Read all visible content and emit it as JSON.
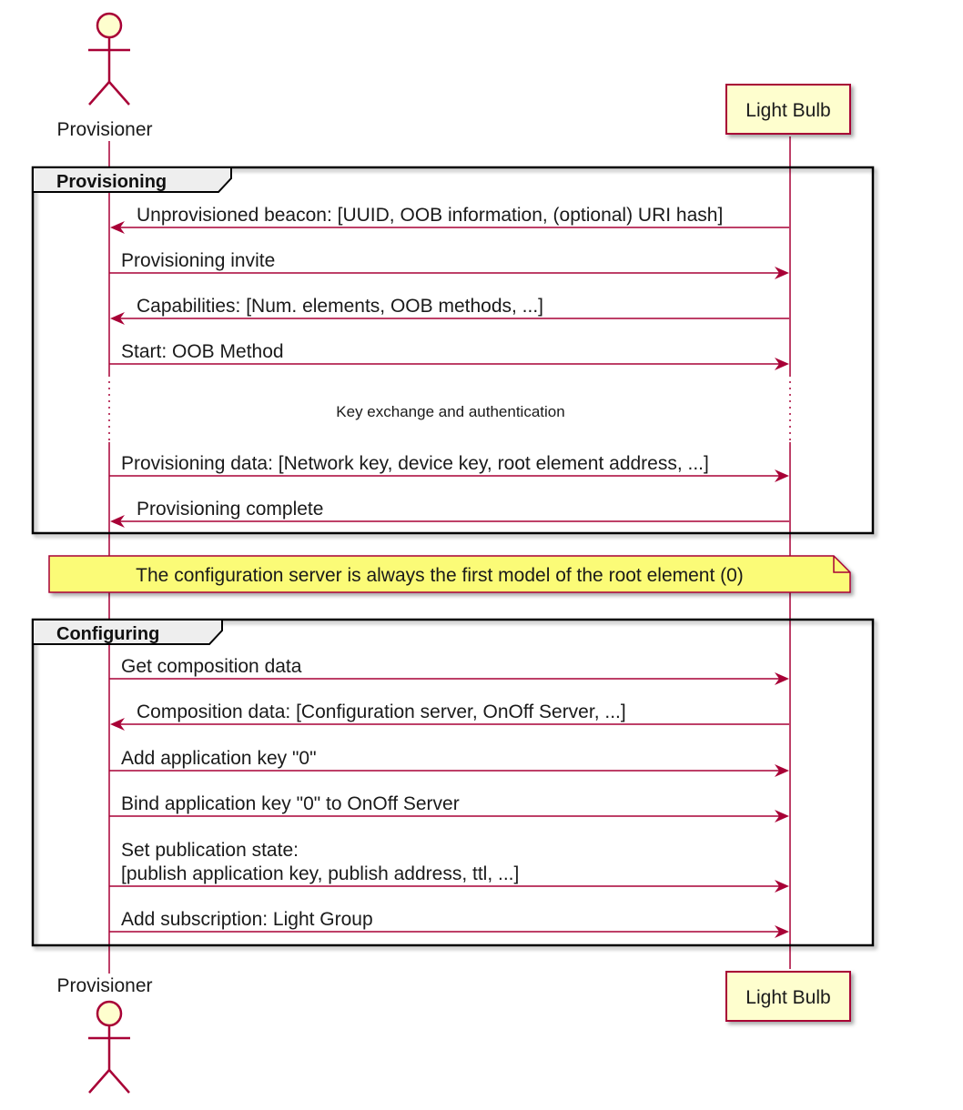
{
  "participants": {
    "provisioner": "Provisioner",
    "light_bulb": "Light Bulb"
  },
  "groups": {
    "provisioning": {
      "title": "Provisioning",
      "messages": [
        {
          "dir": "left",
          "label": "Unprovisioned beacon: [UUID, OOB information, (optional) URI hash]"
        },
        {
          "dir": "right",
          "label": "Provisioning invite"
        },
        {
          "dir": "left",
          "label": "Capabilities: [Num. elements, OOB methods, ...]"
        },
        {
          "dir": "right",
          "label": "Start: OOB Method"
        }
      ],
      "delay_text": "Key exchange and authentication",
      "messages_after": [
        {
          "dir": "right",
          "label": "Provisioning data: [Network key, device key, root element address, ...]"
        },
        {
          "dir": "left",
          "label": "Provisioning complete"
        }
      ]
    },
    "configuring": {
      "title": "Configuring",
      "messages": [
        {
          "dir": "right",
          "label": "Get composition data"
        },
        {
          "dir": "left",
          "label": "Composition data: [Configuration server, OnOff Server, ...]"
        },
        {
          "dir": "right",
          "label": "Add application key \"0\""
        },
        {
          "dir": "right",
          "label": "Bind application key \"0\" to OnOff Server"
        },
        {
          "dir": "right",
          "label": "Set publication state:",
          "label2": "[publish application key, publish address, ttl, ...]"
        },
        {
          "dir": "right",
          "label": "Add subscription: Light Group"
        }
      ]
    }
  },
  "note": "The configuration server is always the first model of the root element (0)",
  "colors": {
    "lifeline": "#a80036",
    "arrow": "#a80036",
    "participant_fill": "#fefece",
    "note_fill": "#fbfb77",
    "frame": "#000000"
  }
}
